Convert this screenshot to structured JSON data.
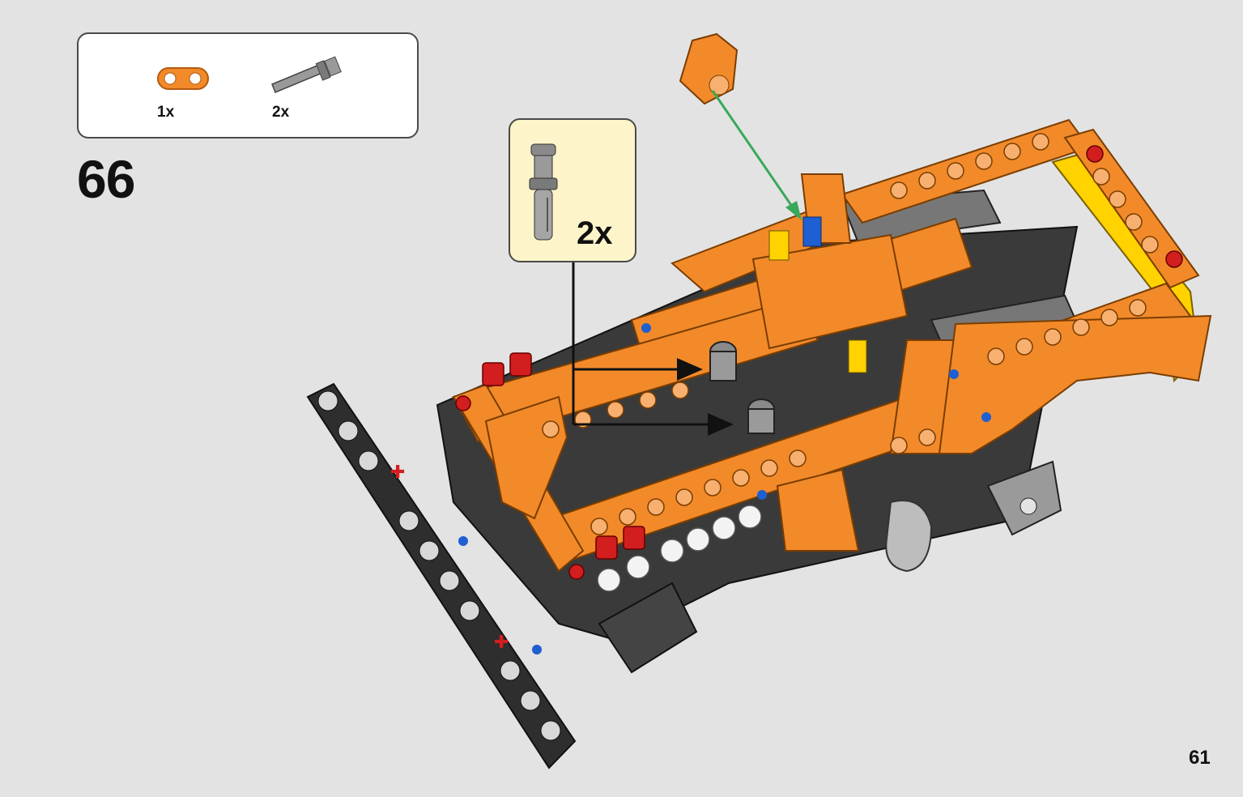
{
  "parts_list": {
    "items": [
      {
        "part": "orange-beam-2-icon",
        "count": "1x"
      },
      {
        "part": "gray-pin-axle-icon",
        "count": "2x"
      }
    ]
  },
  "step": {
    "number": "66"
  },
  "callout": {
    "part": "gray-pin-axle-icon",
    "count": "2x"
  },
  "page": {
    "number": "61"
  },
  "colors": {
    "orange": "#f28a2a",
    "dark_gray": "#3a3a3a",
    "light_gray": "#9a9a9a",
    "red": "#d21e1e",
    "yellow": "#ffd200",
    "blue": "#1e5fd2",
    "callout_bg": "#fdf5c9",
    "arrow_green": "#3aa85a"
  }
}
